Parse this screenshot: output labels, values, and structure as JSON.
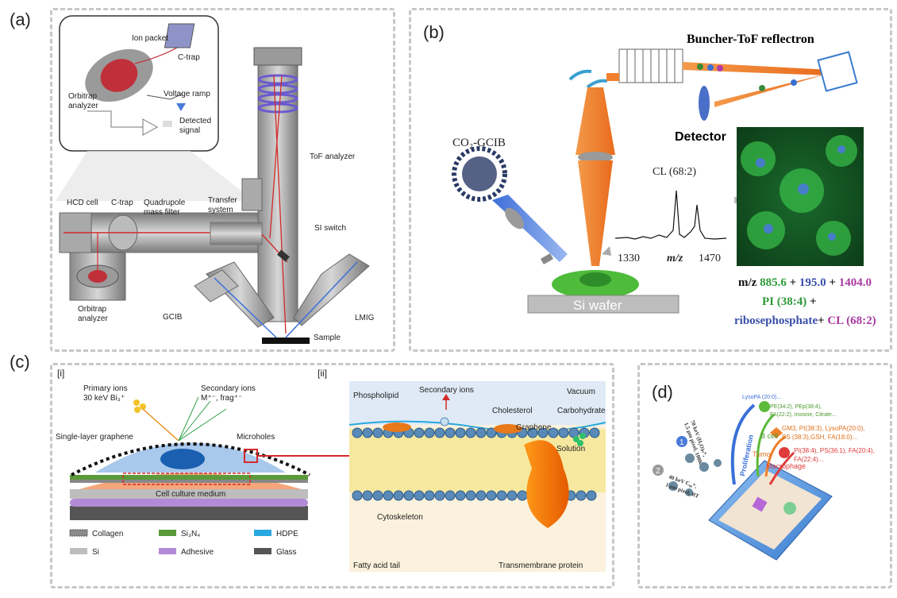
{
  "panels": {
    "a": "(a)",
    "b": "(b)",
    "c": "(c)",
    "d": "(d)"
  },
  "panel_a": {
    "ion_packet": "Ion packet",
    "ctrap_top": "C-trap",
    "orbitrap_top_1": "Orbitrap",
    "orbitrap_top_2": "analyzer",
    "voltage_ramp": "Voltage ramp",
    "detected_1": "Detected",
    "detected_2": "signal",
    "hcd_cell": "HCD cell",
    "ctrap": "C-trap",
    "quad_1": "Quadrupole",
    "quad_2": "mass filter",
    "transfer_1": "Transfer",
    "transfer_2": "system",
    "tof_analyzer": "ToF analyzer",
    "si_switch": "SI switch",
    "orbitrap_bottom_1": "Orbitrap",
    "orbitrap_bottom_2": "analyzer",
    "gcib": "GCIB",
    "lmig": "LMIG",
    "sample": "Sample"
  },
  "panel_b": {
    "buncher": "Buncher-ToF reflectron",
    "detector": "Detector",
    "gcib": "CO₂-GCIB",
    "cl_peak": "CL (68:2)",
    "x_min": "1330",
    "x_label": "m/z",
    "x_max": "1470",
    "si_wafer": "Si wafer",
    "mz_prefix": "m/z",
    "mz_1": "885.6",
    "plus_1": "+",
    "mz_2": "195.0",
    "plus_2": "+",
    "mz_3": "1404.0",
    "pi": "PI (38:4)",
    "plus_3": "+",
    "ribo": "ribosephosphate",
    "plus_4": "+",
    "cl": "CL (68:2)"
  },
  "panel_c": {
    "i": "[i]",
    "ii": "[ii]",
    "primary_1": "Primary ions",
    "primary_2": "30 keV Bi₃⁺",
    "secondary_1": "Secondary ions",
    "secondary_2": "M⁺⁻, frag⁺⁻",
    "graphene_single": "Single-layer graphene",
    "microholes": "Microholes",
    "medium": "Cell culture medium",
    "legend": [
      "Collagen",
      "Si₃N₄",
      "HDPE",
      "Si",
      "Adhesive",
      "Glass"
    ],
    "legend_colors": [
      "#8a8a8a",
      "#5b9a3a",
      "#28a8e0",
      "#bdbdbd",
      "#b38ad6",
      "#555555"
    ],
    "phospholipid": "Phospholipid",
    "secondary_ions": "Secondary ions",
    "vacuum": "Vacuum",
    "cholesterol": "Cholesterol",
    "carbohydrate": "Carbohydrate",
    "graphene": "Graphene",
    "solution": "Solution",
    "cytoskeleton": "Cytoskeleton",
    "fatty_acid": "Fatty acid tail",
    "transmembrane": "Transmembrane protein"
  },
  "panel_d": {
    "lysopa": "LysoPA (20:0)...",
    "green_1": "PE(34:2), PEp(38:4),",
    "green_2": "FA(22:2), Inosine, Citrate...",
    "orange_1": "GM3, PI(38:3), LysoPA(20:0),",
    "orange_2": "PS (38:3),GSH, FA(18:0)...",
    "red_1": "PI(38:4), PS(36:1), FA(20:4),",
    "red_2": "FA(22:4)...",
    "b_cell": "B cell",
    "tumor": "Tumor",
    "macrophage": "Macrophage",
    "proliferation": "Proliferation",
    "num_1": "1",
    "num_2": "2",
    "beam_1a": "70 keV (H₂O)ₙ⁺,",
    "beam_1b": "1.5 μm pixel, 100K",
    "beam_2a": "40 keV C₆₀⁺,",
    "beam_2b": "1 μm pixel, RT"
  }
}
